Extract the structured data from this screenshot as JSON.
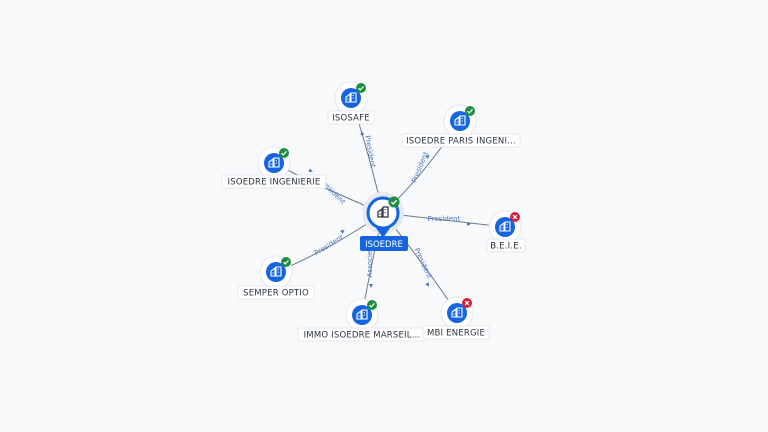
{
  "graph": {
    "center": {
      "label": "ISOEDRE",
      "status": "active",
      "icon": "building-icon"
    },
    "nodes": [
      {
        "id": "isosafe",
        "label": "ISOSAFE",
        "status": "active",
        "relation": "President"
      },
      {
        "id": "isoedre-paris",
        "label": "ISOEDRE PARIS INGENI...",
        "status": "active",
        "relation": "President"
      },
      {
        "id": "isoedre-ingenierie",
        "label": "ISOEDRE INGENIERIE",
        "status": "active",
        "relation": "President"
      },
      {
        "id": "beie",
        "label": "B.E.I.E.",
        "status": "closed",
        "relation": "President"
      },
      {
        "id": "semper-optio",
        "label": "SEMPER OPTIO",
        "status": "active",
        "relation": "President"
      },
      {
        "id": "immo-isoedre",
        "label": "IMMO ISOEDRE MARSEIL...",
        "status": "active",
        "relation": "Associe"
      },
      {
        "id": "mbi-energie",
        "label": "MBI ENERGIE",
        "status": "closed",
        "relation": "President"
      }
    ],
    "colors": {
      "node": "#1565e0",
      "active_badge": "#1e8e3e",
      "closed_badge": "#d5203c",
      "edge_label": "#4a78c2"
    }
  }
}
